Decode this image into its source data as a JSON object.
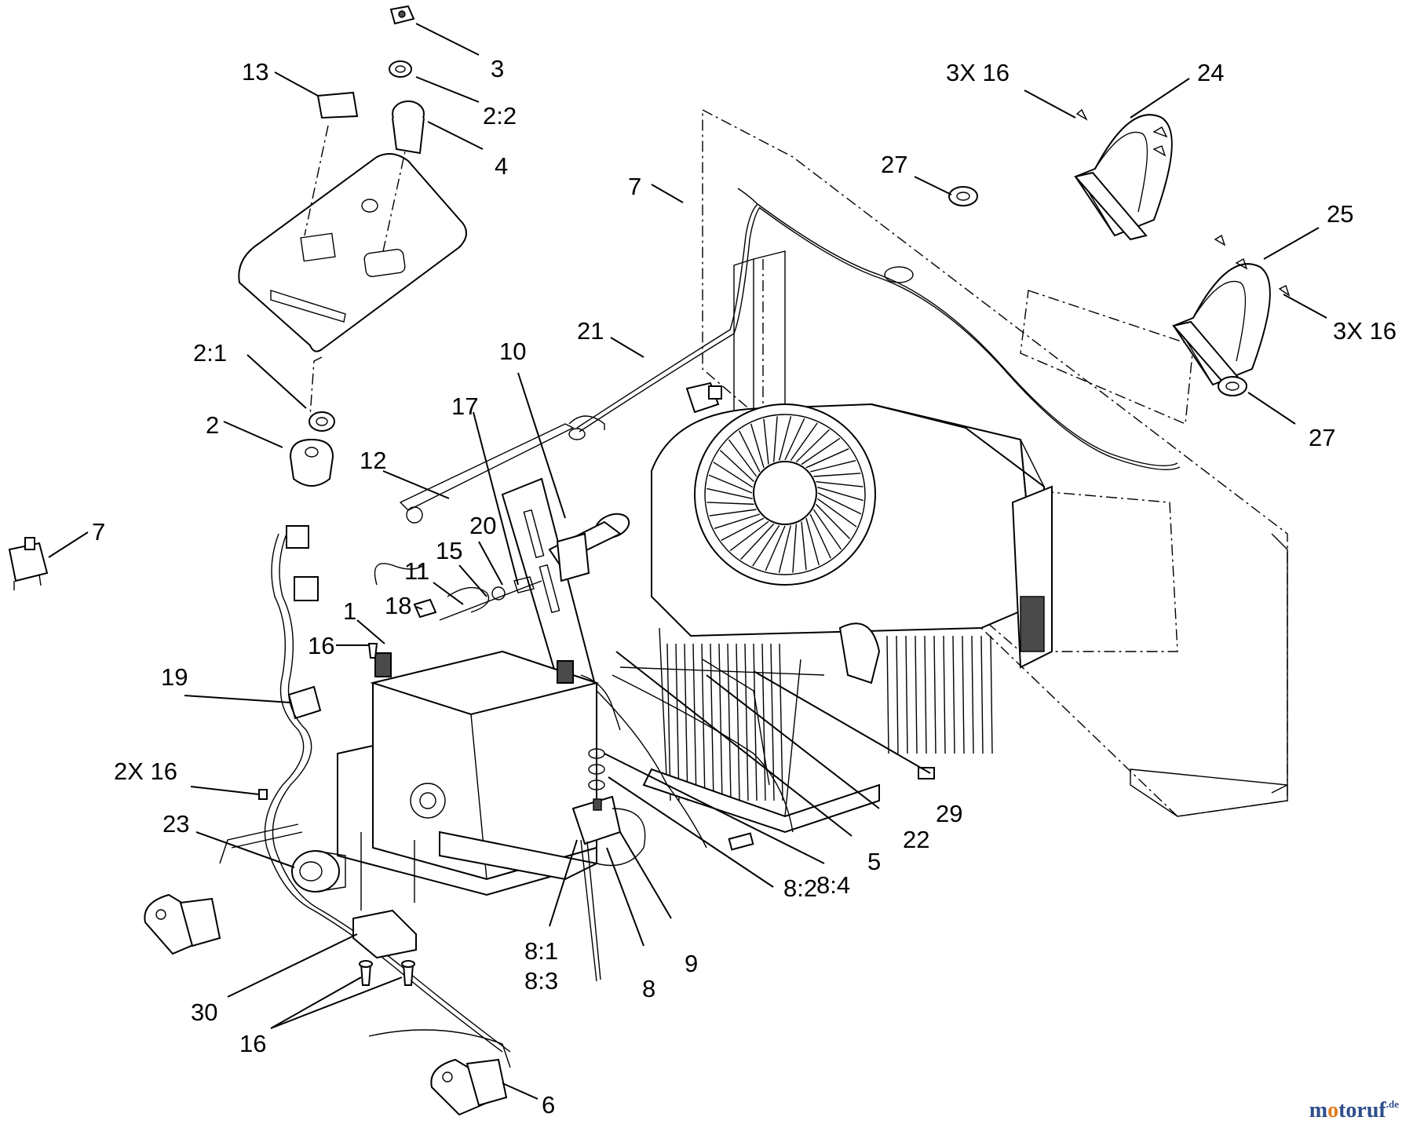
{
  "callouts": [
    {
      "id": "c1",
      "label": "3"
    },
    {
      "id": "c2",
      "label": "2:2"
    },
    {
      "id": "c3",
      "label": "4"
    },
    {
      "id": "c4",
      "label": "13"
    },
    {
      "id": "c5",
      "label": "2:1"
    },
    {
      "id": "c6",
      "label": "2"
    },
    {
      "id": "c7",
      "label": "7"
    },
    {
      "id": "c8",
      "label": "7"
    },
    {
      "id": "c9",
      "label": "21"
    },
    {
      "id": "c10",
      "label": "10"
    },
    {
      "id": "c11",
      "label": "17"
    },
    {
      "id": "c12",
      "label": "12"
    },
    {
      "id": "c13",
      "label": "20"
    },
    {
      "id": "c14",
      "label": "15"
    },
    {
      "id": "c15",
      "label": "11"
    },
    {
      "id": "c16",
      "label": "18"
    },
    {
      "id": "c17",
      "label": "1"
    },
    {
      "id": "c18",
      "label": "16"
    },
    {
      "id": "c19",
      "label": "19"
    },
    {
      "id": "c20",
      "label": "2X 16"
    },
    {
      "id": "c21",
      "label": "23"
    },
    {
      "id": "c22",
      "label": "30"
    },
    {
      "id": "c23",
      "label": "16"
    },
    {
      "id": "c24",
      "label": "6"
    },
    {
      "id": "c25",
      "label": "8:1"
    },
    {
      "id": "c26",
      "label": "8:3"
    },
    {
      "id": "c27",
      "label": "8"
    },
    {
      "id": "c28",
      "label": "9"
    },
    {
      "id": "c29",
      "label": "8:2"
    },
    {
      "id": "c30",
      "label": "8:4"
    },
    {
      "id": "c31",
      "label": "5"
    },
    {
      "id": "c32",
      "label": "22"
    },
    {
      "id": "c33",
      "label": "29"
    },
    {
      "id": "c34",
      "label": "3X 16"
    },
    {
      "id": "c35",
      "label": "24"
    },
    {
      "id": "c36",
      "label": "27"
    },
    {
      "id": "c37",
      "label": "25"
    },
    {
      "id": "c38",
      "label": "3X 16"
    },
    {
      "id": "c39",
      "label": "27"
    }
  ],
  "watermark": {
    "prefix": "m",
    "accent": "o",
    "rest": "toruf",
    "suffix": ".de"
  },
  "colors": {
    "line": "#000000",
    "watermark_blue": "#2d4e8a",
    "watermark_orange": "#e07b1a"
  }
}
